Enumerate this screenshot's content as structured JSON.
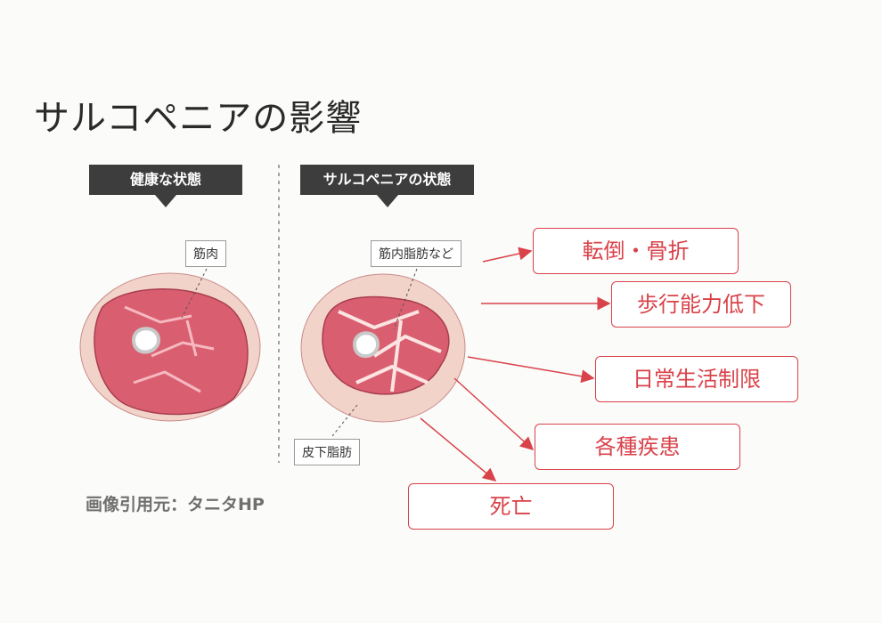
{
  "title": "サルコペニアの影響",
  "healthy_tag": "健康な状態",
  "sarco_tag": "サルコペニアの状態",
  "labels": {
    "muscle": "筋肉",
    "muscle_fat": "筋内脂肪など",
    "subcutaneous_fat": "皮下脂肪"
  },
  "effects": [
    "転倒・骨折",
    "歩行能力低下",
    "日常生活制限",
    "各種疾患",
    "死亡"
  ],
  "credit": "画像引用元：タニタHP",
  "colors": {
    "accent": "#d9424a",
    "muscle": "#d95f70",
    "fat": "#f3cfc4",
    "tag_bg": "#3d3d3d"
  }
}
